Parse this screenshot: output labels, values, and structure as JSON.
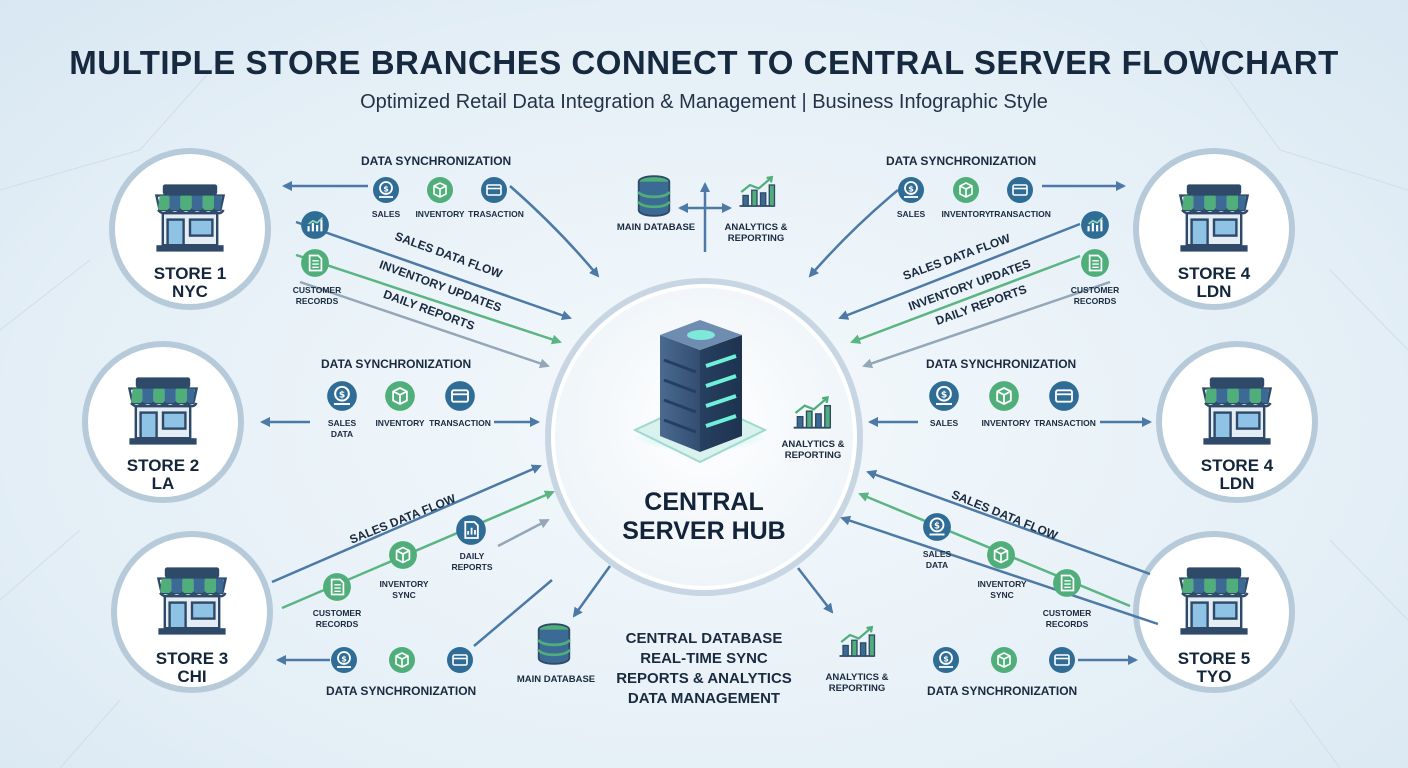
{
  "title": "MULTIPLE STORE BRANCHES CONNECT TO CENTRAL SERVER FLOWCHART",
  "subtitle": "Optimized Retail Data Integration & Management | Business Infographic Style",
  "colors": {
    "blue_arrow": "#4c79a6",
    "green_arrow": "#5bb583",
    "gray_arrow": "#94a7b9",
    "icon_blue": "#2f6d96",
    "icon_green": "#4fae7a",
    "text": "#1a2b40"
  },
  "hub": {
    "name_line1": "CENTRAL",
    "name_line2": "SERVER HUB",
    "analytics_label": "ANALYTICS & REPORTING",
    "icon": "server-rack-icon"
  },
  "stores": {
    "nyc": {
      "line1": "STORE 1",
      "line2": "NYC"
    },
    "la": {
      "line1": "STORE 2",
      "line2": "LA"
    },
    "chi": {
      "line1": "STORE 3",
      "line2": "CHI"
    },
    "ldn_top": {
      "line1": "STORE 4",
      "line2": "LDN"
    },
    "ldn_mid": {
      "line1": "STORE 4",
      "line2": "LDN"
    },
    "tyo": {
      "line1": "STORE 5",
      "line2": "TYO"
    }
  },
  "top_center": {
    "database_label": "MAIN DATABASE",
    "analytics_label": "ANALYTICS & REPORTING"
  },
  "bottom_center": {
    "database_label": "MAIN DATABASE",
    "analytics_label": "ANALYTICS & REPORTING",
    "summary": [
      "CENTRAL DATABASE",
      "REAL-TIME SYNC",
      "REPORTS & ANALYTICS",
      "DATA MANAGEMENT"
    ]
  },
  "nyc_links": {
    "sync_title": "DATA SYNCHRONIZATION",
    "sync_items": [
      "SALES",
      "INVENTORY",
      "TRASACTION"
    ],
    "customer_records": "CUSTOMER RECORDS",
    "flows": [
      "SALES DATA FLOW",
      "INVENTORY UPDATES",
      "DAILY REPORTS"
    ]
  },
  "la_links": {
    "sync_title": "DATA SYNCHRONIZATION",
    "sync_items": [
      "SALES DATA",
      "INVENTORY",
      "TRANSACTION"
    ]
  },
  "chi_links": {
    "flow": "SALES DATA FLOW",
    "daily_reports": "DAILY REPORTS",
    "inventory_sync": "INVENTORY SYNC",
    "customer_records": "CUSTOMER RECORDS",
    "sync_title": "DATA SYNCHRONIZATION"
  },
  "ldn_top_links": {
    "sync_title": "DATA SYNCHRONIZATION",
    "sync_items": [
      "SALES",
      "INVENTORY",
      "TRANSACTION"
    ],
    "customer_records": "CUSTOMER RECORDS",
    "flows": [
      "SALES DATA FLOW",
      "INVENTORY UPDATES",
      "DAILY REPORTS"
    ]
  },
  "ldn_mid_links": {
    "sync_title": "DATA SYNCHRONIZATION",
    "sync_items": [
      "SALES",
      "INVENTORY",
      "TRANSACTION"
    ]
  },
  "tyo_links": {
    "flow": "SALES DATA FLOW",
    "sales_data": "SALES DATA",
    "inventory_sync": "INVENTORY SYNC",
    "customer_records": "CUSTOMER RECORDS",
    "sync_title": "DATA SYNCHRONIZATION"
  }
}
